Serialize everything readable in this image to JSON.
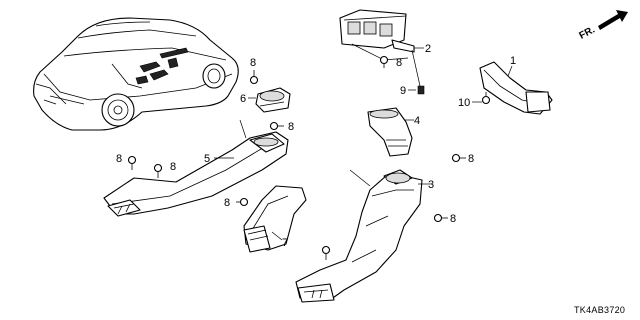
{
  "diagram": {
    "code": "TK4AB3720",
    "direction_label": "FR.",
    "callouts": {
      "c1": "1",
      "c2": "2",
      "c3": "3",
      "c4": "4",
      "c5": "5",
      "c6": "6",
      "c7": "7",
      "c8a": "8",
      "c8b": "8",
      "c8c": "8",
      "c8d": "8",
      "c8e": "8",
      "c8f": "8",
      "c8g": "8",
      "c8h": "8",
      "c9": "9",
      "c10": "10"
    }
  }
}
